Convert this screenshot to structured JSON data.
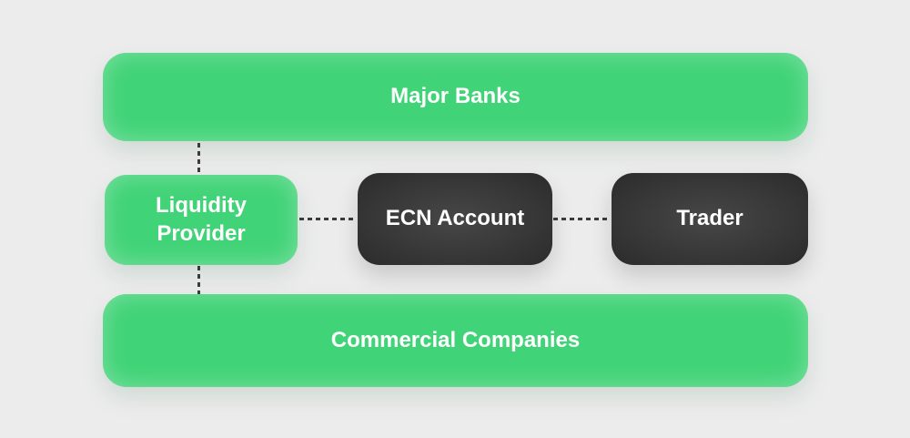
{
  "colors": {
    "background": "#ececec",
    "green_node": "#41d377",
    "dark_node_center": "#474747",
    "dark_node_edge": "#2b2b2b",
    "label_text": "#ffffff",
    "connector": "#3b3b3b"
  },
  "diagram": {
    "type": "flow-diagram",
    "nodes": [
      {
        "id": "major-banks",
        "label": "Major Banks",
        "style": "green",
        "row": "top"
      },
      {
        "id": "liquidity-provider",
        "label": "Liquidity Provider",
        "style": "green",
        "row": "middle"
      },
      {
        "id": "ecn-account",
        "label": "ECN Account",
        "style": "dark",
        "row": "middle"
      },
      {
        "id": "trader",
        "label": "Trader",
        "style": "dark",
        "row": "middle"
      },
      {
        "id": "commercial-companies",
        "label": "Commercial Companies",
        "style": "green",
        "row": "bottom"
      }
    ],
    "connections": [
      {
        "from": "major-banks",
        "to": "liquidity-provider",
        "style": "dashed",
        "orientation": "vertical"
      },
      {
        "from": "liquidity-provider",
        "to": "ecn-account",
        "style": "dashed",
        "orientation": "horizontal"
      },
      {
        "from": "ecn-account",
        "to": "trader",
        "style": "dashed",
        "orientation": "horizontal"
      },
      {
        "from": "liquidity-provider",
        "to": "commercial-companies",
        "style": "dashed",
        "orientation": "vertical"
      }
    ]
  }
}
